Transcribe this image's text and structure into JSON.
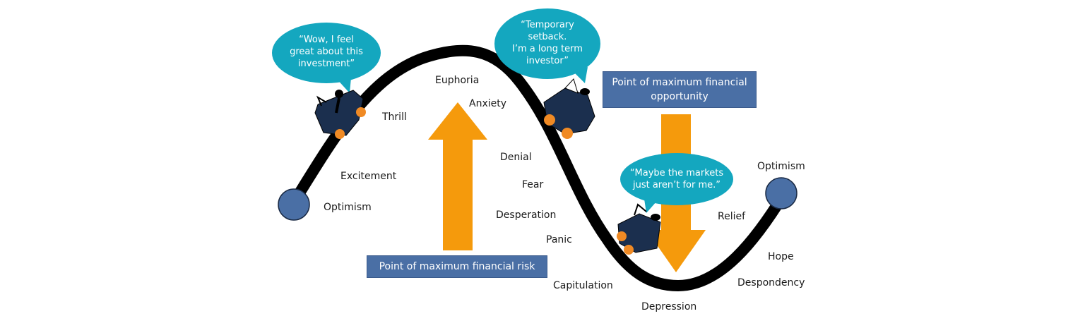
{
  "title": "Cycle of market emotions",
  "colors": {
    "curve": "#000000",
    "endpoint": "#4a6fa5",
    "arrow": "#f59a0c",
    "bubble": "#14a7bf",
    "box": "#4a6fa5",
    "car": "#1b2f4e",
    "wheel": "#f08a24"
  },
  "stages": {
    "optimism_start": "Optimism",
    "excitement": "Excitement",
    "thrill": "Thrill",
    "euphoria": "Euphoria",
    "anxiety": "Anxiety",
    "denial": "Denial",
    "fear": "Fear",
    "desperation": "Desperation",
    "panic": "Panic",
    "capitulation": "Capitulation",
    "depression": "Depression",
    "despondency": "Despondency",
    "hope": "Hope",
    "relief": "Relief",
    "optimism_end": "Optimism"
  },
  "bubbles": {
    "rising": [
      "“Wow, I feel",
      "great about this",
      "investment”"
    ],
    "falling": [
      "“Temporary",
      "setback.",
      "I’m a long term",
      "investor”"
    ],
    "bottom": [
      "“Maybe the markets",
      "just aren’t for me.”"
    ]
  },
  "boxes": {
    "risk": "Point of maximum financial risk",
    "opportunity_line1": "Point of maximum financial",
    "opportunity_line2": "opportunity"
  },
  "icons": {
    "car": "roller-coaster-car-icon",
    "endpoint": "circle-endpoint-icon",
    "arrow_up": "arrow-up-icon",
    "arrow_down": "arrow-down-icon"
  }
}
